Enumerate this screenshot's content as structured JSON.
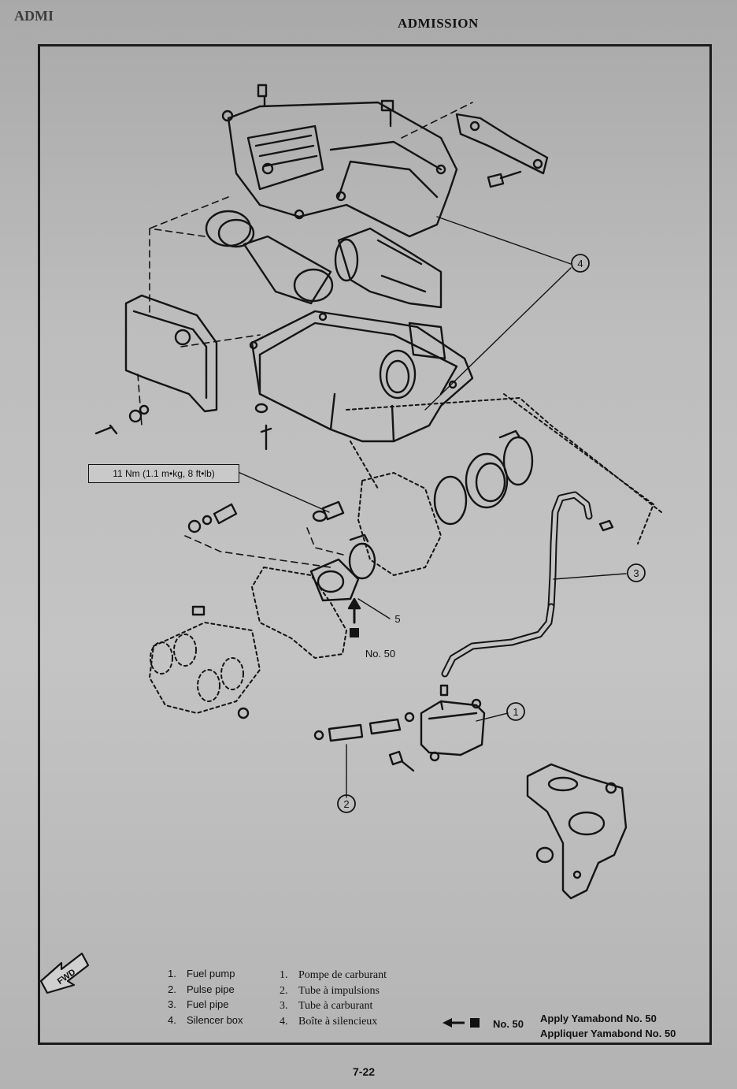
{
  "header": {
    "title": "ADMISSION",
    "corner": "ADMI"
  },
  "diagram": {
    "torque_spec": "11 Nm (1.1 m•kg, 8 ft•lb)",
    "callouts": [
      "1",
      "2",
      "3",
      "4",
      "5"
    ],
    "sealant_ref": "No. 50",
    "fwd_label": "FWD"
  },
  "legend": {
    "english": [
      {
        "num": "1.",
        "label": "Fuel pump"
      },
      {
        "num": "2.",
        "label": "Pulse pipe"
      },
      {
        "num": "3.",
        "label": "Fuel pipe"
      },
      {
        "num": "4.",
        "label": "Silencer box"
      }
    ],
    "french": [
      {
        "num": "1.",
        "label": "Pompe de carburant"
      },
      {
        "num": "2.",
        "label": "Tube à impulsions"
      },
      {
        "num": "3.",
        "label": "Tube à carburant"
      },
      {
        "num": "4.",
        "label": "Boîte à silencieux"
      }
    ]
  },
  "note": {
    "ref": "No. 50",
    "line1": "Apply Yamabond No. 50",
    "line2": "Appliquer Yamabond No. 50"
  },
  "page_number": "7-22",
  "colors": {
    "ink": "#111111",
    "paper": "#c4c4c4"
  }
}
